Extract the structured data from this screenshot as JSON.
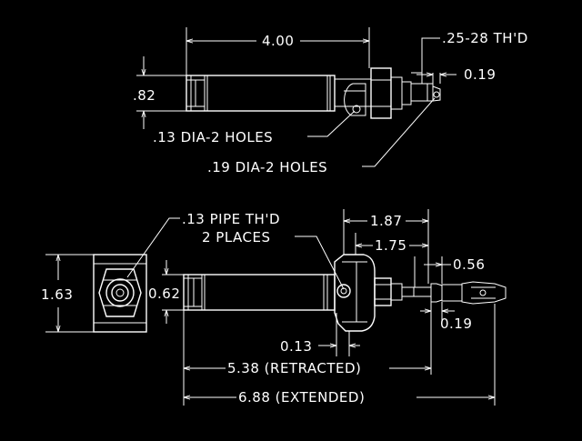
{
  "top_view": {
    "overall_length": "4.00",
    "thread": ".25-28  TH'D",
    "rod_end_dim": "0.19",
    "height": ".82",
    "small_holes": ".13  DIA-2  HOLES",
    "large_holes": ".19  DIA-2  HOLES"
  },
  "front_view": {
    "pipe_thread_line1": ".13  PIPE  TH'D",
    "pipe_thread_line2": "2  PLACES",
    "end_height": "1.63",
    "body_dia": "0.62",
    "dim_187": "1.87",
    "dim_175": "1.75",
    "dim_056": "0.56",
    "dim_019": "0.19",
    "dim_013": "0.13",
    "retracted": "5.38  (RETRACTED)",
    "extended": "6.88  (EXTENDED)"
  }
}
